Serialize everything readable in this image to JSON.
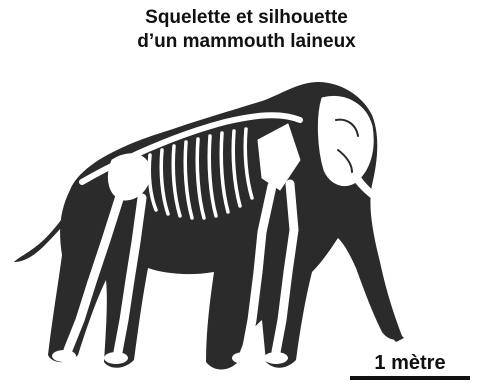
{
  "title": {
    "line1": "Squelette et silhouette",
    "line2": "d’un mammouth laineux"
  },
  "scale": {
    "label": "1 mètre"
  },
  "colors": {
    "silhouette": "#2b2b2b",
    "bone": "#ffffff",
    "text": "#111111"
  }
}
